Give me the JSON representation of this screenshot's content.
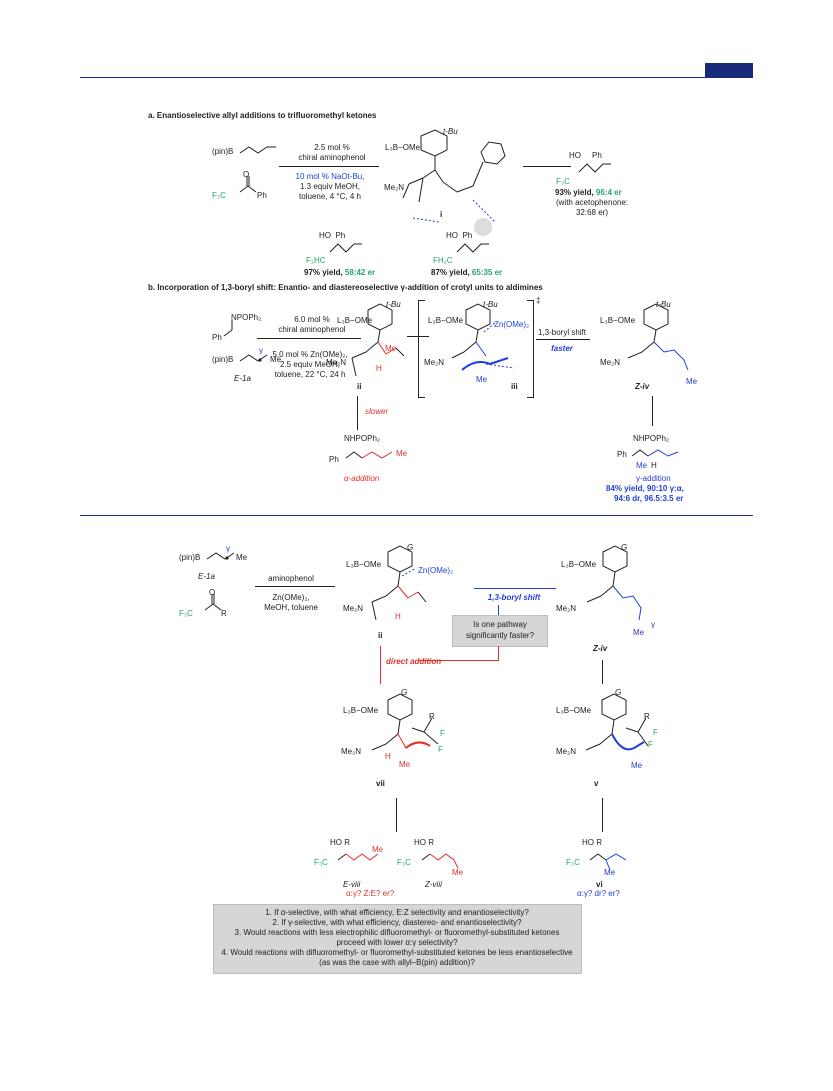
{
  "header": {
    "accent_color": "#1a2a7a"
  },
  "panel_a": {
    "title": "a. Enantioselective allyl additions to trifluoromethyl ketones",
    "reagent_allyl": "(pin)B",
    "ketone_substituent": "Ph",
    "cf3": "F₃C",
    "cond1": "2.5 mol %",
    "cond2": "chiral aminophenol",
    "cond3": "10 mol % NaOt-Bu,",
    "cond4": "1.3 equiv MeOH,",
    "cond5": "toluene, 4 °C, 4 h",
    "ts_label": "i",
    "tbu": "t-Bu",
    "lb_ome": "L₃B−OMe",
    "me2n": "Me₂N",
    "product_ho": "HO",
    "product_ph": "Ph",
    "product_yield": "93% yield,",
    "product_er": "96:4 er",
    "product_note1": "(with acetophenone:",
    "product_note2": "32:68 er)",
    "side1_cf": "F₂HC",
    "side1_yield": "97% yield,",
    "side1_er": "58:42 er",
    "side2_cf": "FH₂C",
    "side2_yield": "87% yield,",
    "side2_er": "65:35 er"
  },
  "panel_b": {
    "title": "b. Incorporation of 1,3-boryl shift: Enantio- and diastereoselective γ-addition of crotyl units to aldimines",
    "imine": "NPOPh₂",
    "imine_ph": "Ph",
    "crotyl": "(pin)B",
    "crotyl_me": "Me",
    "crotyl_label": "E-1a",
    "cond1": "6.0 mol %",
    "cond2": "chiral aminophenol",
    "cond3": "5.0 mol % Zn(OMe)₂,",
    "cond4": "2.5 equiv MeOH,",
    "cond5": "toluene, 22 °C, 24 h",
    "ii_label": "ii",
    "iii_label": "iii",
    "iv_label": "Z-iv",
    "zn": "Zn(OMe)₂",
    "shift": "1,3-boryl shift",
    "faster": "faster",
    "slower": "slower",
    "dagger": "‡",
    "alpha_prod": "NHPOPh₂",
    "alpha_label": "α-addition",
    "gamma_prod": "NHPOPh₂",
    "gamma_label": "γ-addition",
    "gamma_result1": "84% yield, 90:10 γ:α,",
    "gamma_result2": "94:6 dr, 96.5:3.5 er",
    "me": "Me",
    "h": "H"
  },
  "panel_c": {
    "crotyl": "(pin)B",
    "crotyl_label": "E-1a",
    "ketone_r": "R",
    "cf3": "F₃C",
    "cond1": "aminophenol",
    "cond2": "Zn(OMe)₂,",
    "cond3": "MeOH, toluene",
    "g": "G",
    "zn": "Zn(OMe)₂",
    "shift": "1,3-boryl shift",
    "question": [
      "Is one pathway",
      "significantly faster?"
    ],
    "direct": "direct addition",
    "ii_label": "ii",
    "iv_label": "Z-iv",
    "vii_label": "vii",
    "v_label": "v",
    "e_viii": "E-viii",
    "z_viii": "Z-viii",
    "vi": "vi",
    "q_left": "α:γ? Z:E? er?",
    "q_right": "α:γ? dr? er?",
    "questions": [
      "1. If α-selective, with what efficiency, E:Z selectivity and enantioselectivity?",
      "2. If γ-selective, with what efficiency, diastereo- and enantioselectivity?",
      "3. Would reactions with less electrophilic difluoromethyl- or fluoromethyl-substituted ketones",
      "proceed with lower α:γ selectivity?",
      "4. Would reactions with difluoromethyl- or fluoromethyl-substituted ketones be less enantioselective",
      "(as was the case with allyl–B(pin) addition)?"
    ]
  }
}
